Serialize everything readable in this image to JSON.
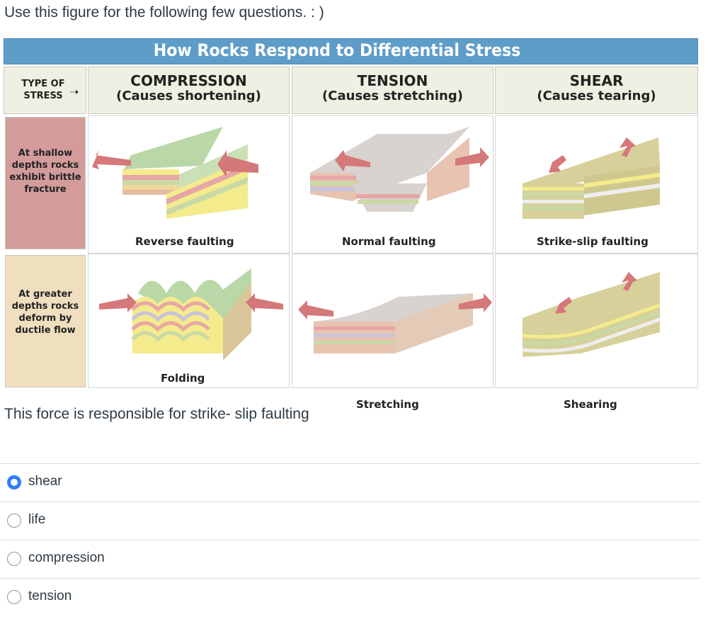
{
  "intro": "Use this figure for the following few questions. : )",
  "figure": {
    "title": "How Rocks Respond to Differential Stress",
    "type_of_stress": "TYPE OF STRESS",
    "columns": [
      {
        "name": "COMPRESSION",
        "sub": "(Causes shortening)"
      },
      {
        "name": "TENSION",
        "sub": "(Causes stretching)"
      },
      {
        "name": "SHEAR",
        "sub": "(Causes tearing)"
      }
    ],
    "rows": [
      {
        "label": "At shallow depths rocks exhibit brittle fracture"
      },
      {
        "label": "At greater depths rocks deform by ductile flow"
      }
    ],
    "captions": {
      "reverse": "Reverse faulting",
      "normal": "Normal faulting",
      "strike": "Strike-slip faulting",
      "folding": "Folding",
      "stretching": "Stretching",
      "shearing": "Shearing"
    }
  },
  "question": "This force is responsible for strike- slip faulting",
  "answers": [
    {
      "label": "shear",
      "selected": true
    },
    {
      "label": "life",
      "selected": false
    },
    {
      "label": "compression",
      "selected": false
    },
    {
      "label": "tension",
      "selected": false
    }
  ],
  "colors": {
    "title_bar": "#5f9dc9",
    "shallow": "#d39c9b",
    "deep": "#efdfbf",
    "arrow": "#d4787a",
    "radio_selected": "#2d7ff9"
  }
}
